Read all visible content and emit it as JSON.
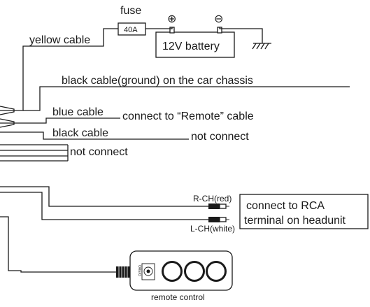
{
  "labels": {
    "fuse": "fuse",
    "fuse_rating": "40A",
    "battery": "12V battery",
    "plus_sign": "⊕",
    "minus_sign": "⊖",
    "yellow_cable": "yellow cable",
    "black_ground": "black cable(ground) on the car chassis",
    "blue_cable": "blue cable",
    "blue_connect": "connect to “Remote” cable",
    "black_cable": "black cable",
    "not_connect_1": "not connect",
    "not_connect_2": "not connect",
    "rch": "R-CH(red)",
    "lch": "L-CH(white)",
    "rca_line1": "connect to RCA",
    "rca_line2": "terminal on headunit",
    "remote_brand": "OREIO",
    "remote_control": "remote control"
  }
}
